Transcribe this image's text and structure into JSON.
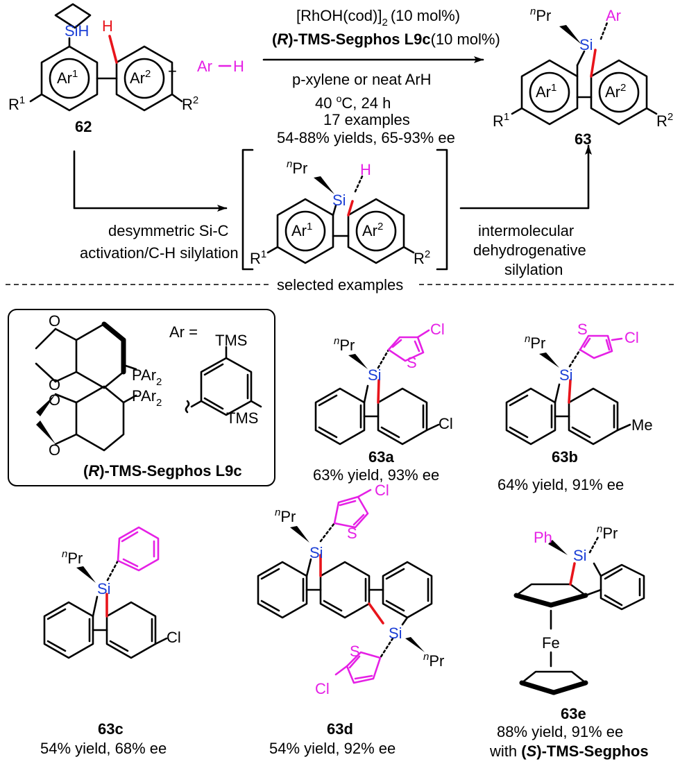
{
  "colors": {
    "silicon": "#1b3fd6",
    "aryl_magenta": "#e520e5",
    "new_bond_red": "#e8141b",
    "black": "#000000"
  },
  "reaction": {
    "reagent_ar_h": "Ar",
    "reagent_h": "H",
    "catalyst_line": "[RhOH(cod)]",
    "catalyst_sub": "2",
    "catalyst_loading": "(10 mol%)",
    "ligand_prefix": "(",
    "ligand_r": "R",
    "ligand_name": ")-TMS-Segphos L9c",
    "ligand_loading": "(10 mol%)",
    "solvent": "p-xylene or neat ArH",
    "temp_value": "40 ",
    "temp_deg": "o",
    "temp_unit": "C, 24 h",
    "examples": "17 examples",
    "yields": "54-88% yields, 65-93% ee",
    "plus": "+"
  },
  "compounds": {
    "start": "62",
    "product": "63",
    "step1": "desymmetric Si-C",
    "step1b": "activation/C-H silylation",
    "step2": "intermolecular",
    "step2b": "dehydrogenative",
    "step2c": "silylation",
    "selected": "selected examples"
  },
  "atoms": {
    "si": "Si",
    "sih": "SiH",
    "h": "H",
    "ar": "Ar",
    "ar1": "Ar",
    "sup1": "1",
    "sup2": "2",
    "r": "R",
    "n": "n",
    "pr": "Pr",
    "cl": "Cl",
    "s": "S",
    "me": "Me",
    "ph": "Ph",
    "fe": "Fe",
    "par": "PAr",
    "par_sub": "2",
    "tms": "TMS",
    "ar_eq": "Ar ="
  },
  "ligand_box": {
    "prefix": "(",
    "r": "R",
    "name": ")-TMS-Segphos L9c"
  },
  "examples": [
    {
      "id": "63a",
      "result": "63% yield, 93% ee"
    },
    {
      "id": "63b",
      "result": "64% yield, 91% ee"
    },
    {
      "id": "63c",
      "result": "54% yield, 68% ee"
    },
    {
      "id": "63d",
      "result": "54% yield, 92% ee"
    },
    {
      "id": "63e",
      "result": "88% yield, 91% ee",
      "note_prefix": "with ",
      "note_open": "(",
      "note_s": "S",
      "note_rest": ")-TMS-Segphos"
    }
  ]
}
